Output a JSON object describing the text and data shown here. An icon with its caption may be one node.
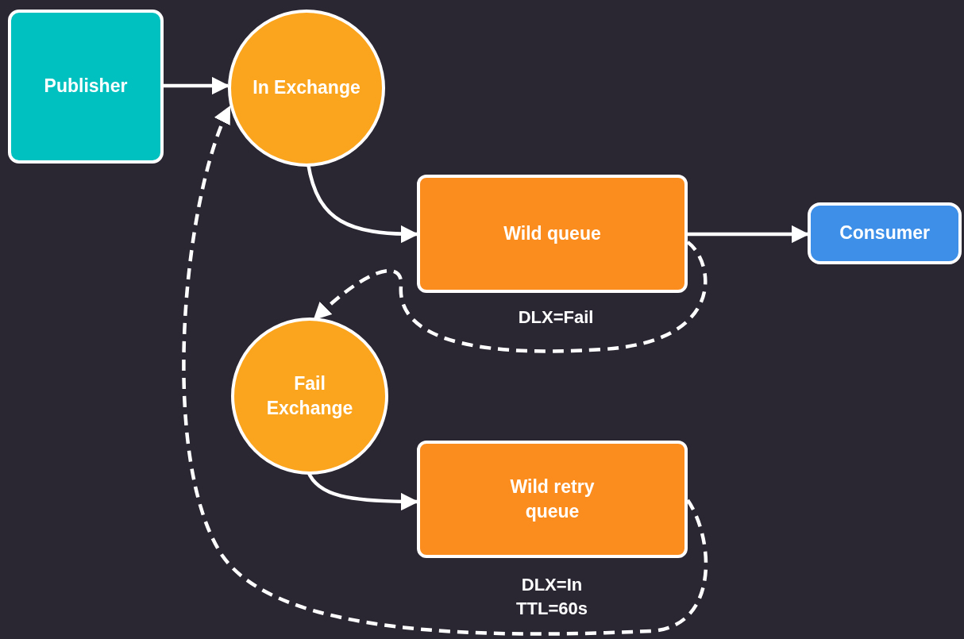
{
  "diagram": {
    "nodes": [
      {
        "text": [
          "Publisher"
        ]
      },
      {
        "text": [
          "In Exchange"
        ]
      },
      {
        "text": [
          "Wild queue"
        ],
        "beside": [
          "DLX=Fail"
        ]
      },
      {
        "text": [
          "Consumer"
        ]
      },
      {
        "text": [
          "Fail Exchange"
        ]
      },
      {
        "text": [
          "Wild retry queue"
        ],
        "beside": [
          "DLX=In TTL=60s"
        ]
      }
    ],
    "edges": [
      {
        "from": 0,
        "to": 1,
        "arrow": "to"
      },
      {
        "from": 1,
        "to": 2,
        "arrow": "to"
      },
      {
        "from": 2,
        "to": 3,
        "arrow": "to"
      },
      {
        "from": 2,
        "to": 4,
        "arrow": "to",
        "style": "dashed"
      },
      {
        "from": 4,
        "to": 5,
        "arrow": "to"
      },
      {
        "from": 5,
        "to": 1,
        "arrow": "to",
        "style": "dashed"
      }
    ]
  }
}
